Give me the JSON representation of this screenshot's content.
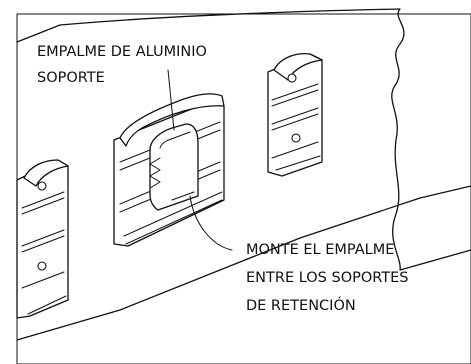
{
  "labels": {
    "top_line1": "EMPALME DE ALUMINIO",
    "top_line2": "SOPORTE",
    "bottom_line1": "MONTE EL EMPALME",
    "bottom_line2": "ENTRE LOS SOPORTES",
    "bottom_line3": "DE RETENCIÓN"
  }
}
